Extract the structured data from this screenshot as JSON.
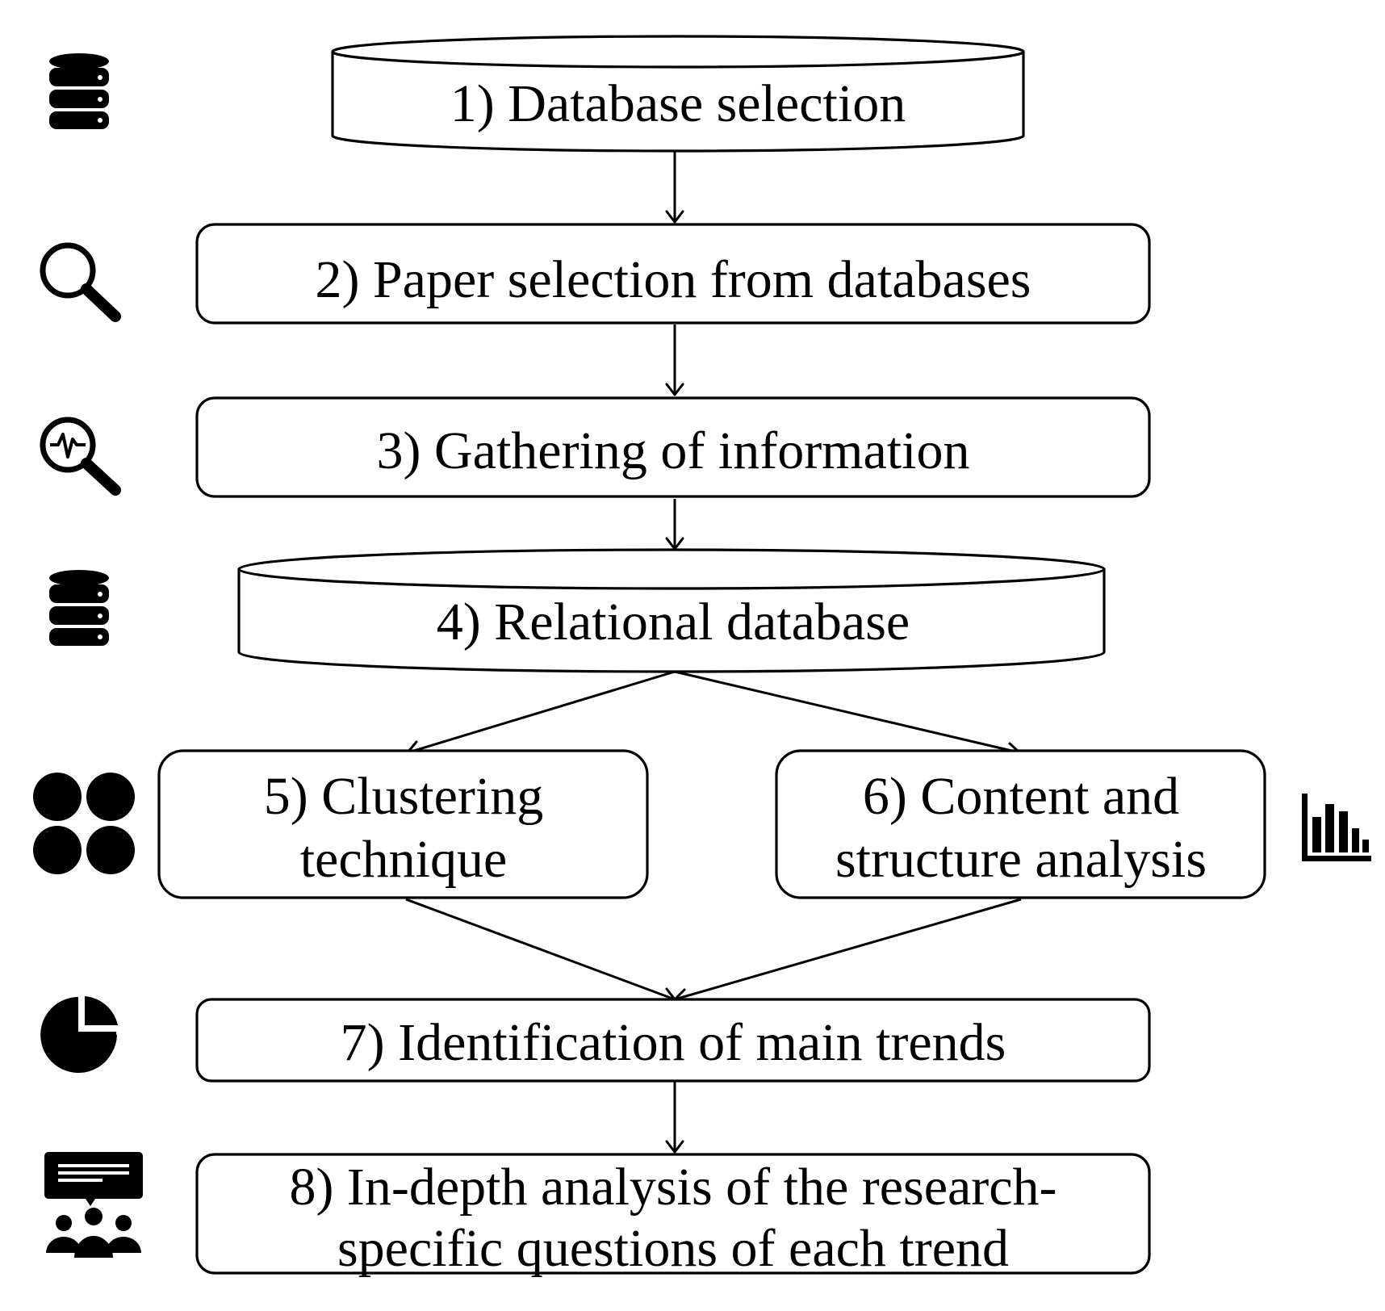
{
  "steps": {
    "s1": {
      "line1": "1) Database selection"
    },
    "s2": {
      "line1": "2) Paper selection from databases"
    },
    "s3": {
      "line1": "3) Gathering of information"
    },
    "s4": {
      "line1": "4) Relational database"
    },
    "s5": {
      "line1": "5) Clustering",
      "line2": "technique"
    },
    "s6": {
      "line1": "6) Content and",
      "line2": "structure analysis"
    },
    "s7": {
      "line1": "7) Identification of main trends"
    },
    "s8": {
      "line1": "8) In-depth analysis of the research-",
      "line2": "specific questions of each trend"
    }
  },
  "icons": {
    "s1": "database-icon",
    "s2": "search-icon",
    "s3": "search-analytics-icon",
    "s4": "database-icon",
    "s5": "cluster-icon",
    "s6": "bar-chart-icon",
    "s7": "pie-chart-icon",
    "s8": "meeting-presentation-icon"
  },
  "colors": {
    "ink": "#000000",
    "background": "#ffffff"
  }
}
